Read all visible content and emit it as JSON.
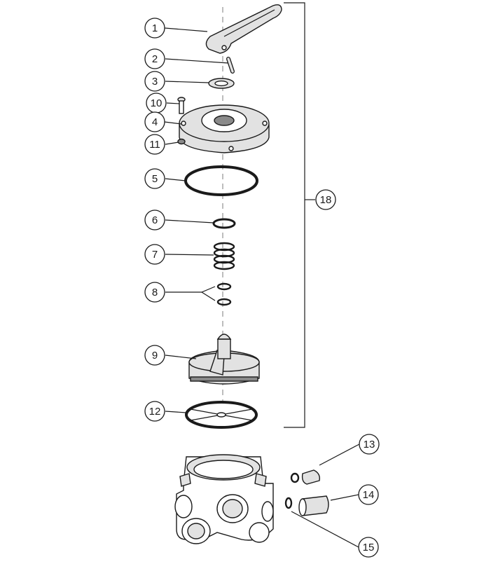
{
  "callouts": [
    {
      "id": "c1",
      "label": "1"
    },
    {
      "id": "c2",
      "label": "2"
    },
    {
      "id": "c3",
      "label": "3"
    },
    {
      "id": "c10",
      "label": "10"
    },
    {
      "id": "c4",
      "label": "4"
    },
    {
      "id": "c11",
      "label": "11"
    },
    {
      "id": "c5",
      "label": "5"
    },
    {
      "id": "c6",
      "label": "6"
    },
    {
      "id": "c7",
      "label": "7"
    },
    {
      "id": "c8",
      "label": "8"
    },
    {
      "id": "c9",
      "label": "9"
    },
    {
      "id": "c12",
      "label": "12"
    },
    {
      "id": "c18",
      "label": "18"
    },
    {
      "id": "c13",
      "label": "13"
    },
    {
      "id": "c14",
      "label": "14"
    },
    {
      "id": "c15",
      "label": "15"
    }
  ]
}
